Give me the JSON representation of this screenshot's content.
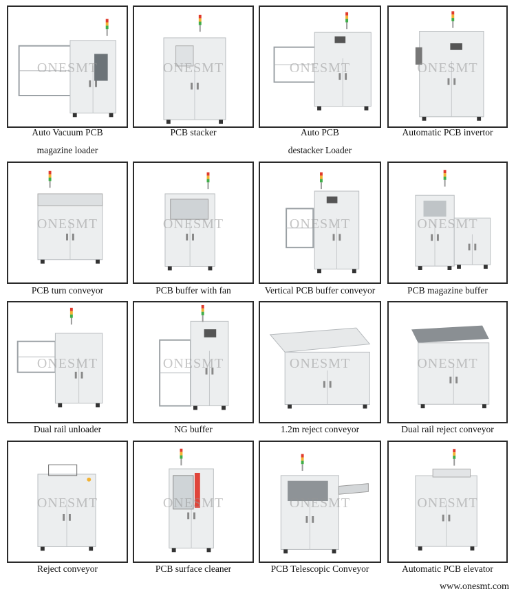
{
  "watermark": "ONESMT",
  "products": [
    {
      "label": "Auto Vacuum PCB magazine loader",
      "lines": [
        "Auto Vacuum PCB",
        "magazine loader"
      ],
      "icon": "vacuum-loader-icon"
    },
    {
      "label": "PCB stacker",
      "lines": [
        "PCB stacker"
      ],
      "icon": "stacker-icon"
    },
    {
      "label": "Auto PCB destacker Loader",
      "lines": [
        "Auto PCB",
        "destacker Loader"
      ],
      "icon": "destacker-icon"
    },
    {
      "label": "Automatic PCB invertor",
      "lines": [
        "Automatic PCB invertor"
      ],
      "icon": "invertor-icon"
    },
    {
      "label": "PCB turn conveyor",
      "lines": [
        "PCB turn conveyor"
      ],
      "icon": "turn-conveyor-icon"
    },
    {
      "label": "PCB buffer with fan",
      "lines": [
        "PCB buffer with fan"
      ],
      "icon": "buffer-fan-icon"
    },
    {
      "label": "Vertical PCB buffer conveyor",
      "lines": [
        "Vertical PCB buffer conveyor"
      ],
      "icon": "vertical-buffer-icon"
    },
    {
      "label": "PCB magazine buffer",
      "lines": [
        "PCB magazine buffer"
      ],
      "icon": "magazine-buffer-icon"
    },
    {
      "label": "Dual rail unloader",
      "lines": [
        "Dual rail unloader"
      ],
      "icon": "dual-rail-unloader-icon"
    },
    {
      "label": "NG buffer",
      "lines": [
        "NG buffer"
      ],
      "icon": "ng-buffer-icon"
    },
    {
      "label": "1.2m reject conveyor",
      "lines": [
        "1.2m reject conveyor"
      ],
      "icon": "reject-conveyor-long-icon"
    },
    {
      "label": "Dual rail reject conveyor",
      "lines": [
        "Dual rail reject conveyor"
      ],
      "icon": "dual-rail-reject-icon"
    },
    {
      "label": "Reject conveyor",
      "lines": [
        "Reject conveyor"
      ],
      "icon": "reject-conveyor-icon"
    },
    {
      "label": "PCB surface cleaner",
      "lines": [
        "PCB surface cleaner"
      ],
      "icon": "surface-cleaner-icon"
    },
    {
      "label": "PCB Telescopic Conveyor",
      "lines": [
        "PCB Telescopic Conveyor"
      ],
      "icon": "telescopic-conveyor-icon"
    },
    {
      "label": "Automatic PCB elevator",
      "lines": [
        "Automatic PCB elevator"
      ],
      "icon": "elevator-icon"
    }
  ],
  "footer": {
    "website": "www.onesmt.com"
  }
}
